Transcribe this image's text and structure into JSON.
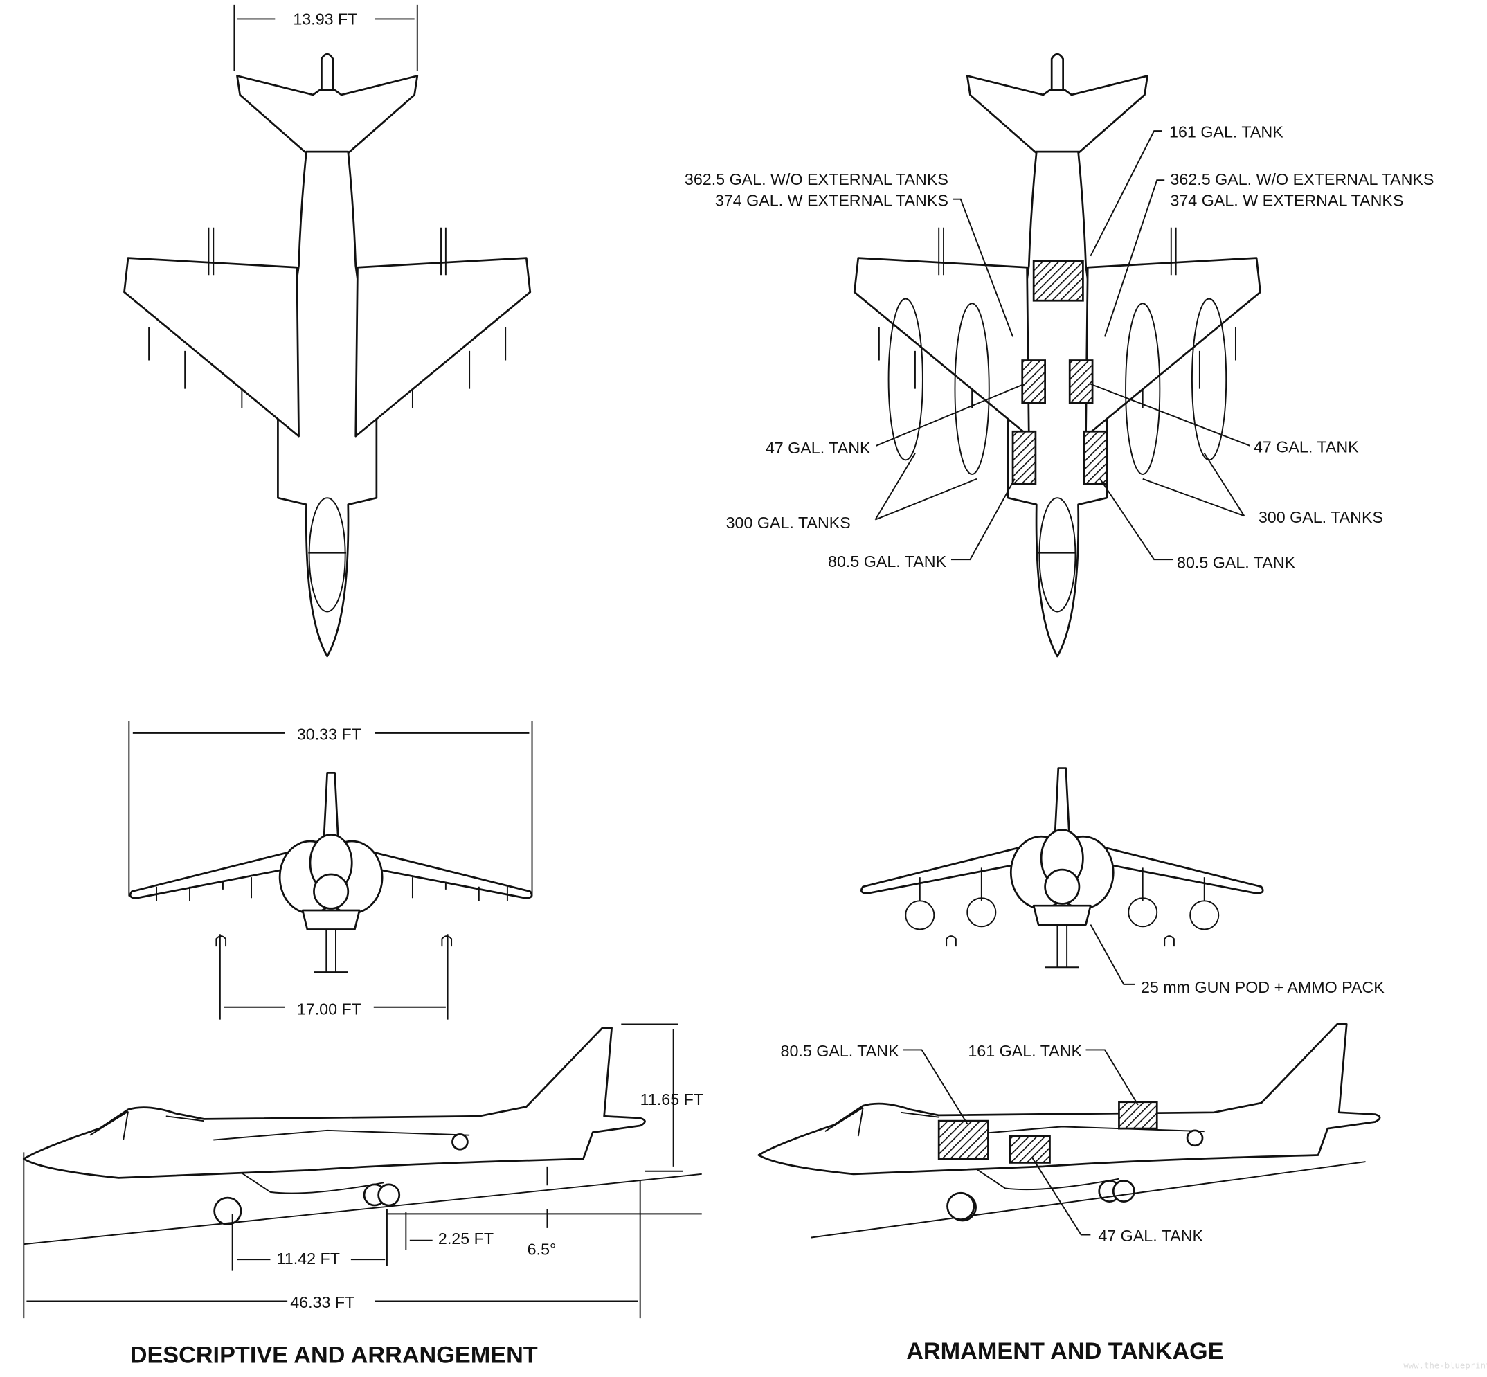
{
  "descriptive": {
    "title": "DESCRIPTIVE AND ARRANGEMENT",
    "tail_span": "13.93 FT",
    "wing_span": "30.33 FT",
    "outrigger_track": "17.00 FT",
    "height": "11.65 FT",
    "wheelbase": "11.42 FT",
    "main_gear_offset": "2.25 FT",
    "ground_angle": "6.5°",
    "length": "46.33 FT"
  },
  "armament": {
    "title": "ARMAMENT AND TANKAGE",
    "top_labels": {
      "tank_161": "161 GAL. TANK",
      "wing_left_line1": "362.5 GAL. W/O EXTERNAL TANKS",
      "wing_left_line2": "374 GAL. W EXTERNAL TANKS",
      "wing_right_line1": "362.5 GAL. W/O EXTERNAL TANKS",
      "wing_right_line2": "374 GAL. W EXTERNAL TANKS",
      "tank_47_left": "47 GAL. TANK",
      "tank_47_right": "47 GAL. TANK",
      "tanks_300_left": "300 GAL. TANKS",
      "tanks_300_right": "300 GAL. TANKS",
      "tank_80_left": "80.5 GAL. TANK",
      "tank_80_right": "80.5 GAL. TANK"
    },
    "gun_pod": "25 mm GUN POD + AMMO PACK",
    "side_labels": {
      "tank_80": "80.5 GAL. TANK",
      "tank_161": "161 GAL. TANK",
      "tank_47": "47 GAL. TANK"
    }
  },
  "watermark": "www.the-blueprints.com"
}
